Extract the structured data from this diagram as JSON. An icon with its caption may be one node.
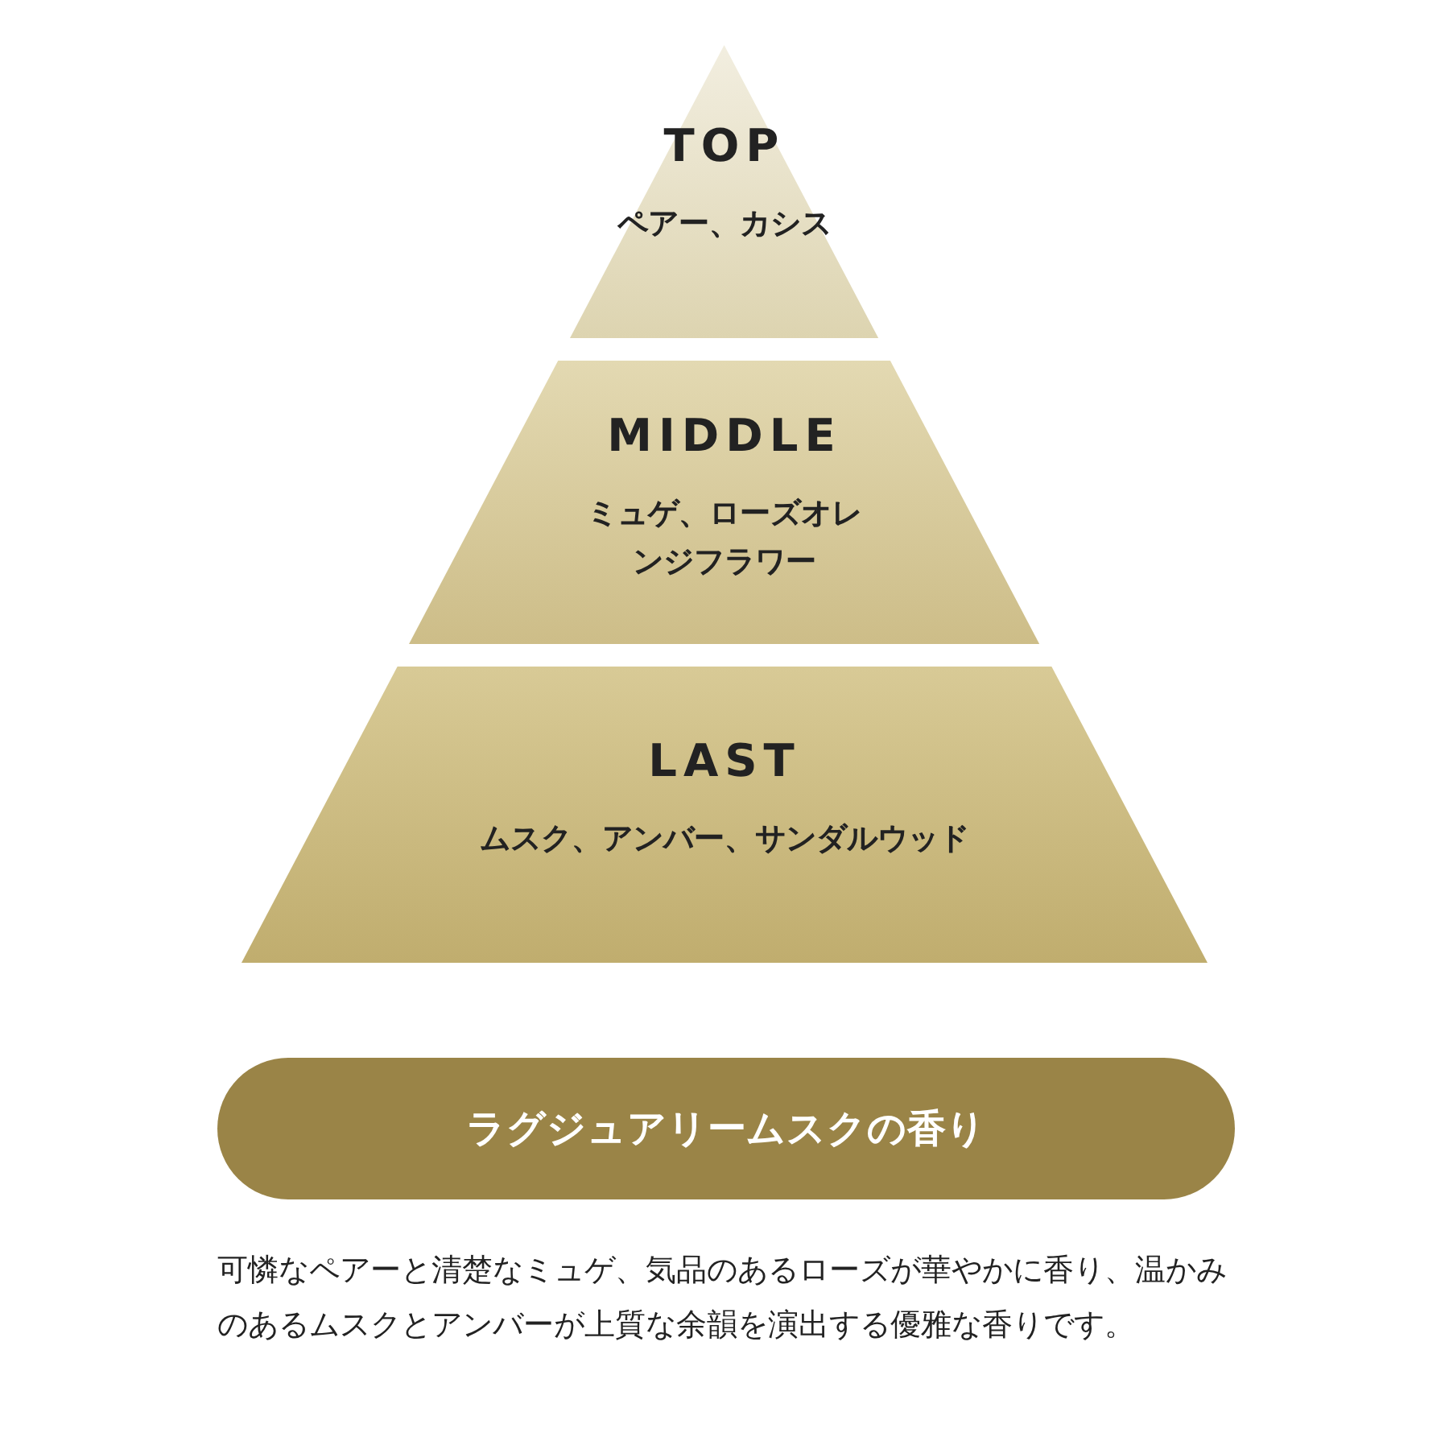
{
  "diagram": {
    "nodes": [
      {
        "text": [
          "TOP",
          "ペアー、カシス"
        ]
      },
      {
        "text": [
          "MIDDLE",
          "ミュゲ、ローズオレンジフラワー"
        ]
      },
      {
        "text": [
          "LAST",
          "ムスク、アンバー、サンダルウッド"
        ]
      },
      {
        "text": [
          "ラグジュアリームスクの香り"
        ]
      }
    ],
    "labels": [
      "可憐なペアーと清楚なミュゲ、気品のあるローズが華やかに香り、温かみのあるムスクとアンバーが上質な余韻を演出する優雅な香りです。"
    ]
  }
}
